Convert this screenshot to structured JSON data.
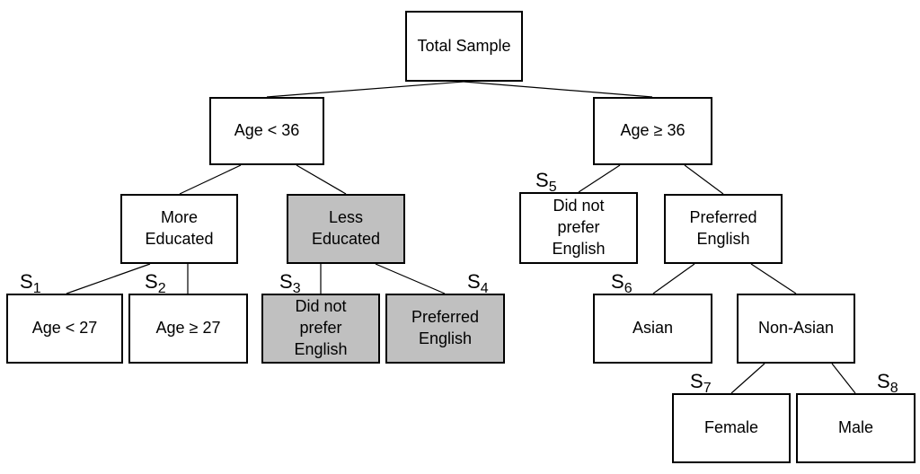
{
  "nodes": {
    "total": "Total Sample",
    "age_lt36": "Age < 36",
    "age_ge36": "Age ≥ 36",
    "more_educated": "More\nEducated",
    "less_educated": "Less\nEducated",
    "did_not_prefer_right": "Did not\nprefer\nEnglish",
    "preferred_right": "Preferred\nEnglish",
    "age_lt27": "Age < 27",
    "age_ge27": "Age ≥ 27",
    "did_not_prefer_left": "Did not\nprefer\nEnglish",
    "preferred_left": "Preferred\nEnglish",
    "asian": "Asian",
    "non_asian": "Non-Asian",
    "female": "Female",
    "male": "Male"
  },
  "segments": {
    "s1": {
      "letter": "S",
      "index": "1"
    },
    "s2": {
      "letter": "S",
      "index": "2"
    },
    "s3": {
      "letter": "S",
      "index": "3"
    },
    "s4": {
      "letter": "S",
      "index": "4"
    },
    "s5": {
      "letter": "S",
      "index": "5"
    },
    "s6": {
      "letter": "S",
      "index": "6"
    },
    "s7": {
      "letter": "S",
      "index": "7"
    },
    "s8": {
      "letter": "S",
      "index": "8"
    }
  },
  "colors": {
    "shaded_fill": "#c0c0c0",
    "plain_fill": "#ffffff",
    "stroke": "#000000"
  }
}
